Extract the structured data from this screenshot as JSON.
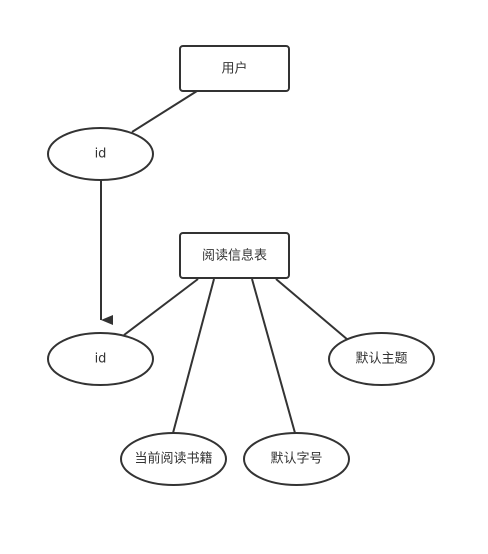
{
  "entities": {
    "user": {
      "label": "用户"
    },
    "reading_info": {
      "label": "阅读信息表"
    }
  },
  "attributes": {
    "user_id": {
      "label": "id"
    },
    "reading_id": {
      "label": "id"
    },
    "default_theme": {
      "label": "默认主题"
    },
    "current_book": {
      "label": "当前阅读书籍"
    },
    "default_font_size": {
      "label": "默认字号"
    }
  }
}
